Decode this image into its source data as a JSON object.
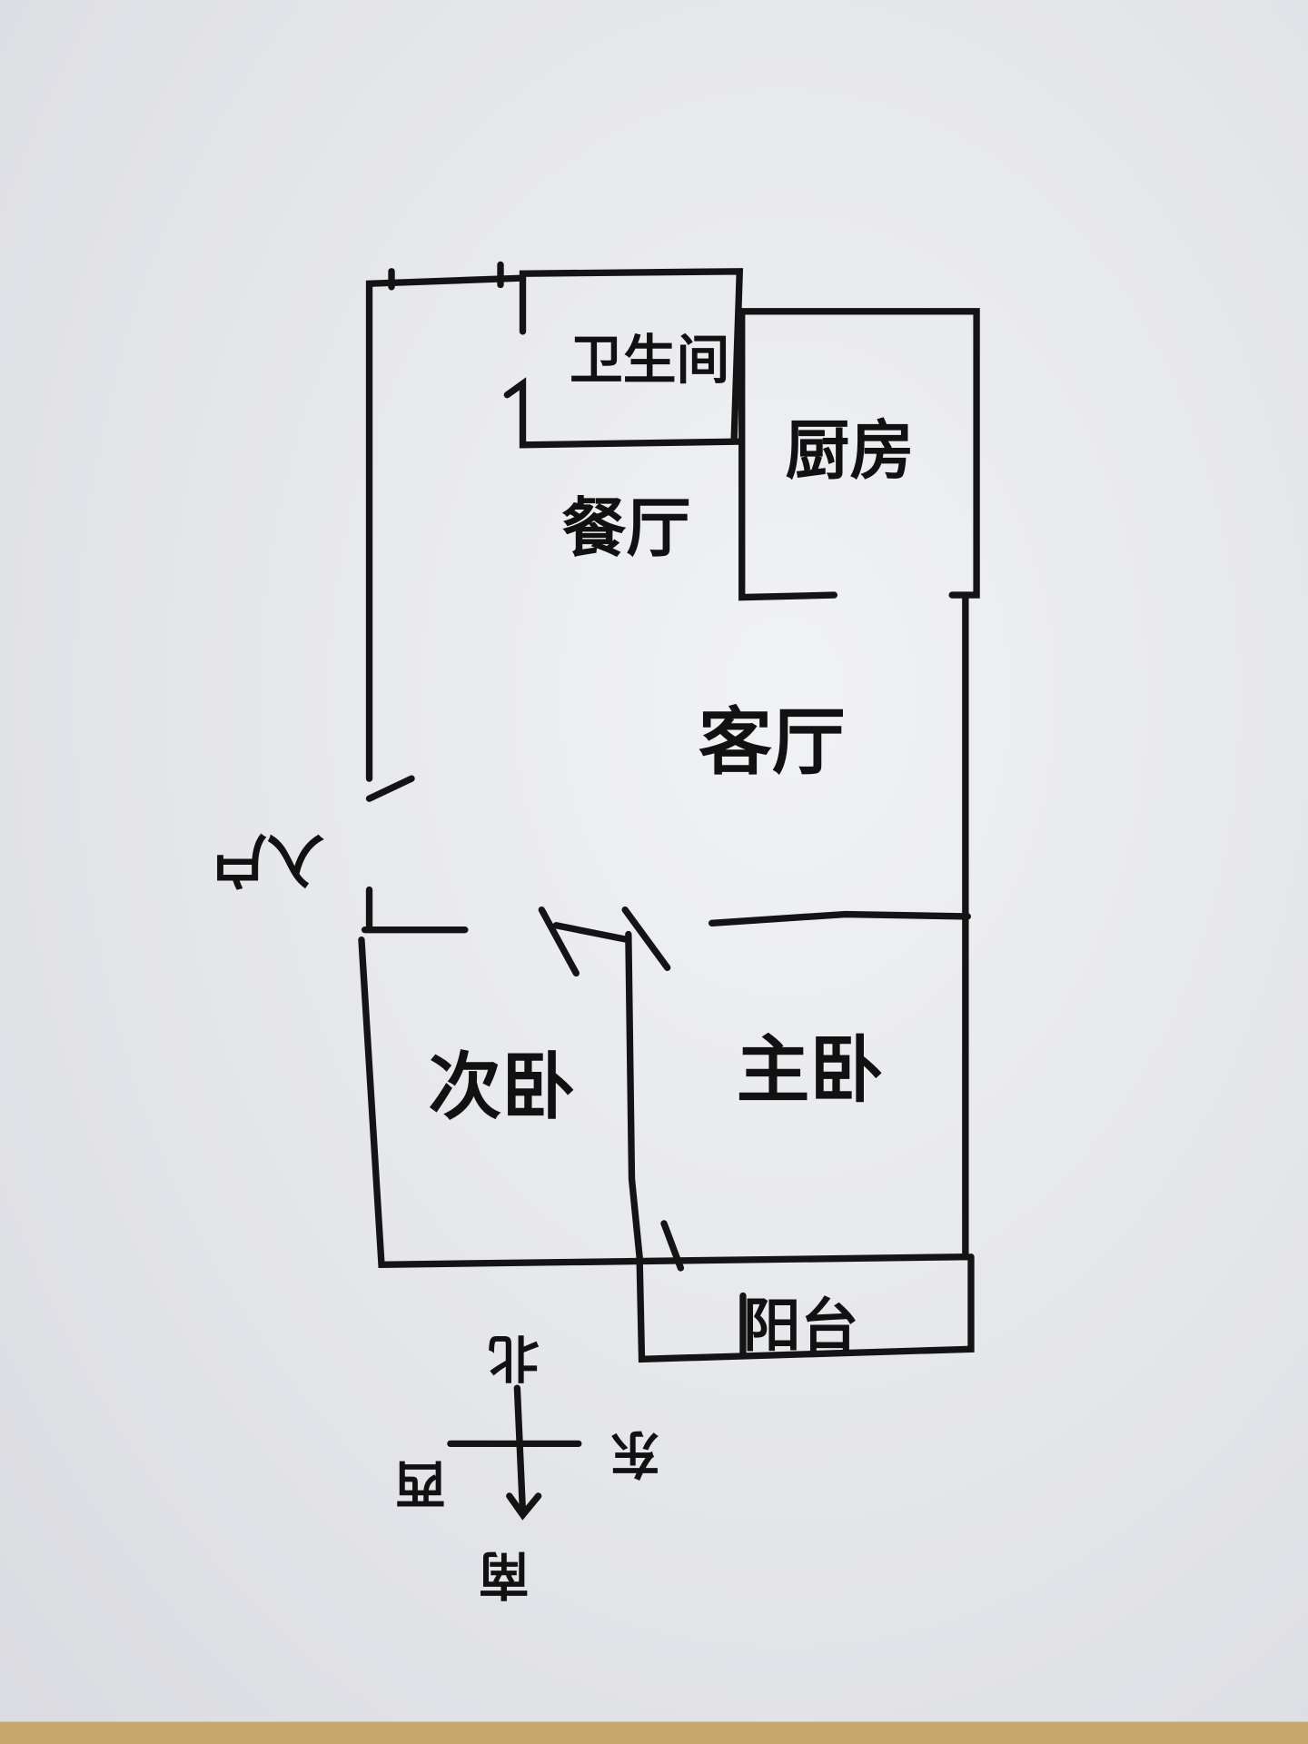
{
  "plan": {
    "rooms": {
      "bathroom": "卫生间",
      "kitchen": "厨房",
      "dining": "餐厅",
      "living": "客厅",
      "entrance": "入户",
      "second_bedroom": "次卧",
      "master_bedroom": "主卧",
      "balcony": "阳台"
    },
    "compass": {
      "north": "北",
      "south": "南",
      "west": "西",
      "east": "东"
    }
  },
  "colors": {
    "paper": "#e6e7ec",
    "ink": "#141414",
    "wood": "#c9a86e"
  }
}
